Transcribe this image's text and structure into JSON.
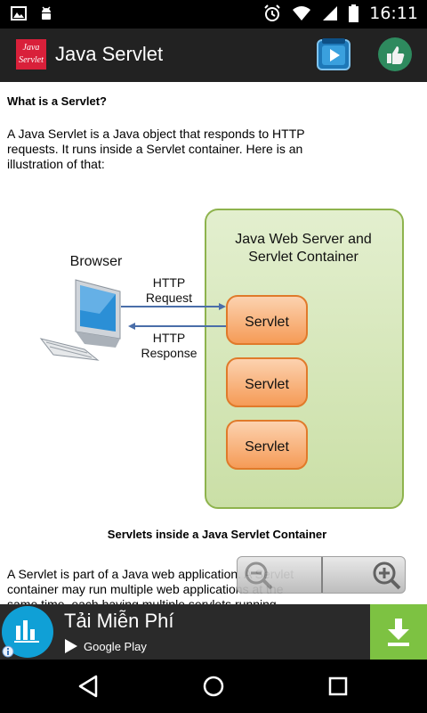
{
  "status_bar": {
    "time": "16:11",
    "left_icons": [
      "image-icon",
      "android-icon"
    ],
    "right_icons": [
      "alarm-icon",
      "wifi-icon",
      "signal-icon",
      "battery-icon"
    ]
  },
  "app_bar": {
    "logo_line1": "Java",
    "logo_line2": "Servlet",
    "title": "Java Servlet",
    "actions": [
      "video-player-icon",
      "thumbs-up-icon"
    ]
  },
  "content": {
    "heading": "What is a Servlet?",
    "intro": "A Java Servlet is a Java object that responds to HTTP requests. It runs inside a Servlet container. Here is an illustration of that:",
    "diagram": {
      "browser_label": "Browser",
      "container_line1": "Java Web Server and",
      "container_line2": "Servlet Container",
      "request_line1": "HTTP",
      "request_line2": "Request",
      "response_line1": "HTTP",
      "response_line2": "Response",
      "servlets": [
        "Servlet",
        "Servlet",
        "Servlet"
      ]
    },
    "caption": "Servlets inside a Java Servlet Container",
    "body": "A Servlet is part of a Java web application. A Servlet container may run multiple web applications at the same time, each having multiple servlets running"
  },
  "zoom": {
    "zoom_out": "zoom-out-icon",
    "zoom_in": "zoom-in-icon"
  },
  "ad": {
    "title": "Tải Miễn Phí",
    "store": "Google Play",
    "icons": [
      "chart-app-icon",
      "play-store-icon",
      "info-icon",
      "download-icon"
    ]
  },
  "nav_bar": {
    "buttons": [
      "back-icon",
      "home-icon",
      "recents-icon"
    ]
  },
  "colors": {
    "container_fill": "#d7e6bd",
    "container_border": "#8eb34d",
    "servlet_fill": "#f8b078",
    "servlet_border": "#e07a2a",
    "arrow": "#4a6ea9",
    "ad_download": "#7dc242"
  }
}
